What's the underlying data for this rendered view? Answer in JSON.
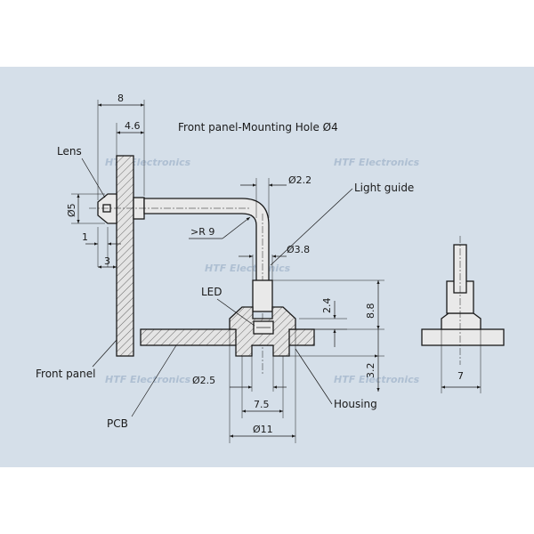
{
  "title": "Front panel-Mounting Hole Ø4",
  "labels": {
    "lens": "Lens",
    "light_guide": "Light guide",
    "led": "LED",
    "front_panel": "Front panel",
    "pcb": "PCB",
    "housing": "Housing"
  },
  "dimensions": {
    "d8": "8",
    "d46": "4.6",
    "d5": "Ø5",
    "d1": "1",
    "d3": "3",
    "d22": "Ø2.2",
    "r9": ">R 9",
    "d38": "Ø3.8",
    "d24": "2.4",
    "d88": "8.8",
    "d32": "3.2",
    "d25": "Ø2.5",
    "d75": "7.5",
    "d11": "Ø11",
    "d7": "7"
  },
  "watermark": "HTF Electronics"
}
